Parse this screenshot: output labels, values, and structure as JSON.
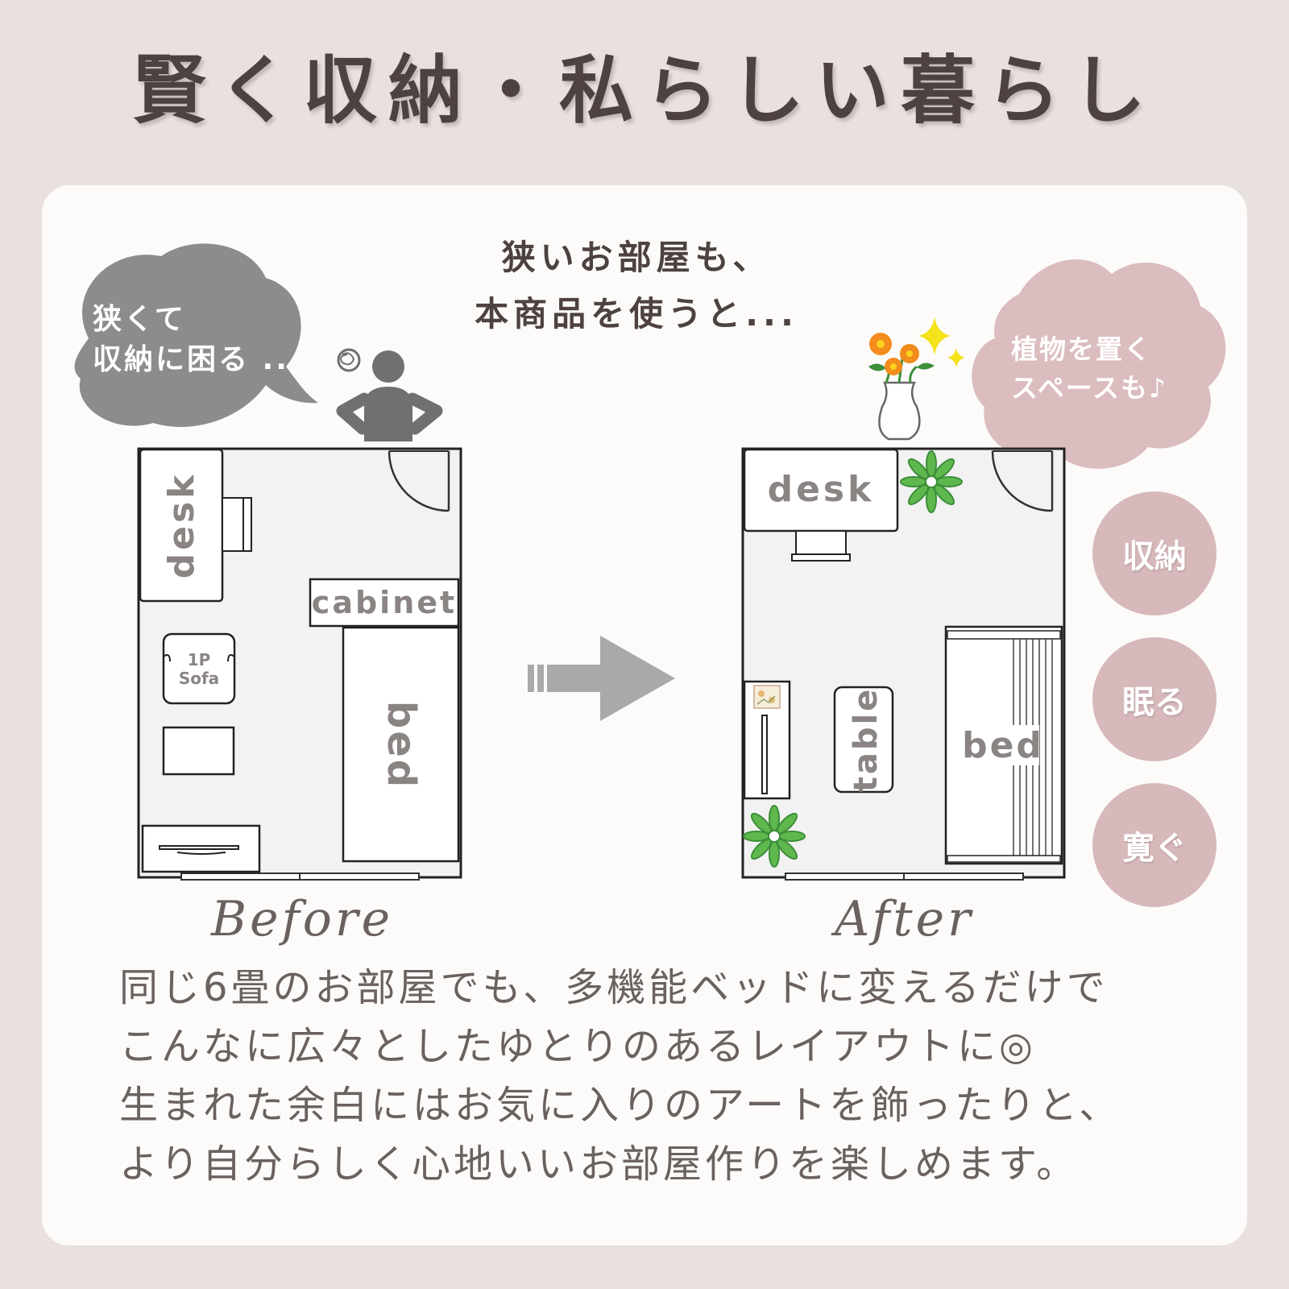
{
  "title": "賢く収納・私らしい暮らし",
  "lead": {
    "line1": "狭いお部屋も、",
    "line2": "本商品を使うと..."
  },
  "before": {
    "caption": "Before",
    "bubble": {
      "line1": "狭くて",
      "line2": "収納に困る .."
    },
    "furniture": {
      "desk": "desk",
      "cabinet": "cabinet",
      "bed": "bed",
      "sofa_line1": "1P",
      "sofa_line2": "Sofa"
    }
  },
  "after": {
    "caption": "After",
    "bubble": {
      "line1": "植物を置く",
      "line2": "スペースも♪"
    },
    "furniture": {
      "desk": "desk",
      "table": "table",
      "bed": "bed"
    }
  },
  "features": [
    "収納",
    "眠る",
    "寛ぐ"
  ],
  "body": {
    "line1": "同じ6畳のお部屋でも、多機能ベッドに変えるだけで",
    "line2": "こんなに広々としたゆとりのあるレイアウトに◎",
    "line3": "生まれた余白にはお気に入りのアートを飾ったりと、",
    "line4": "より自分らしく心地いいお部屋作りを楽しめます。"
  },
  "colors": {
    "background": "#e9e1df",
    "card": "#fcfbf9",
    "accent_pink": "#d7b8bb",
    "bubble_gray": "#8c8c8c",
    "plant_green": "#5fb84e",
    "flower_orange": "#f28c1c",
    "sparkle_yellow": "#f4e21b"
  },
  "icons": [
    "thinking-person-icon",
    "flower-vase-icon",
    "sparkle-icon",
    "potted-plant-icon",
    "arrow-right-icon",
    "wall-art-icon"
  ]
}
